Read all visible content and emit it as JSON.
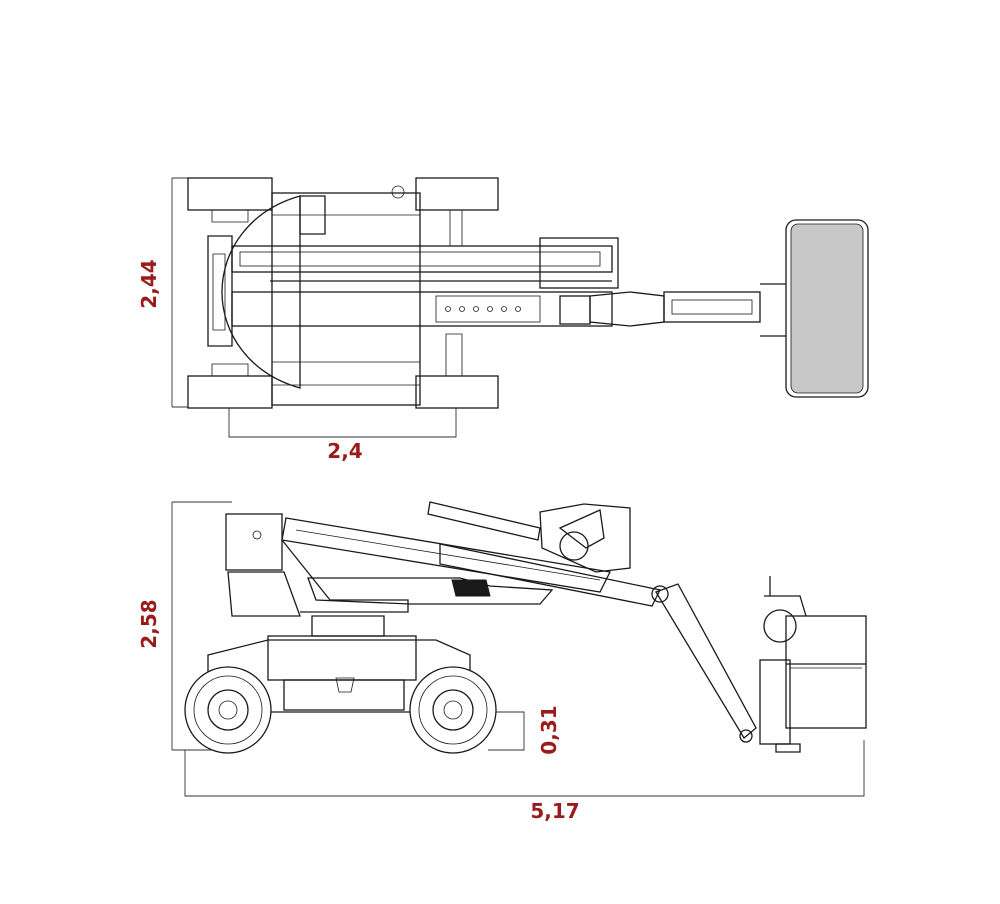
{
  "dimensions": {
    "top_view_width_label": "2,44",
    "top_view_length_label": "2,4",
    "side_view_height_label": "2,58",
    "ground_clearance_label": "0,31",
    "total_length_label": "5,17"
  },
  "colors": {
    "dimension_text": "#9b1b1b",
    "platform_fill": "#c8c8c8",
    "line": "#1a1a1a"
  }
}
